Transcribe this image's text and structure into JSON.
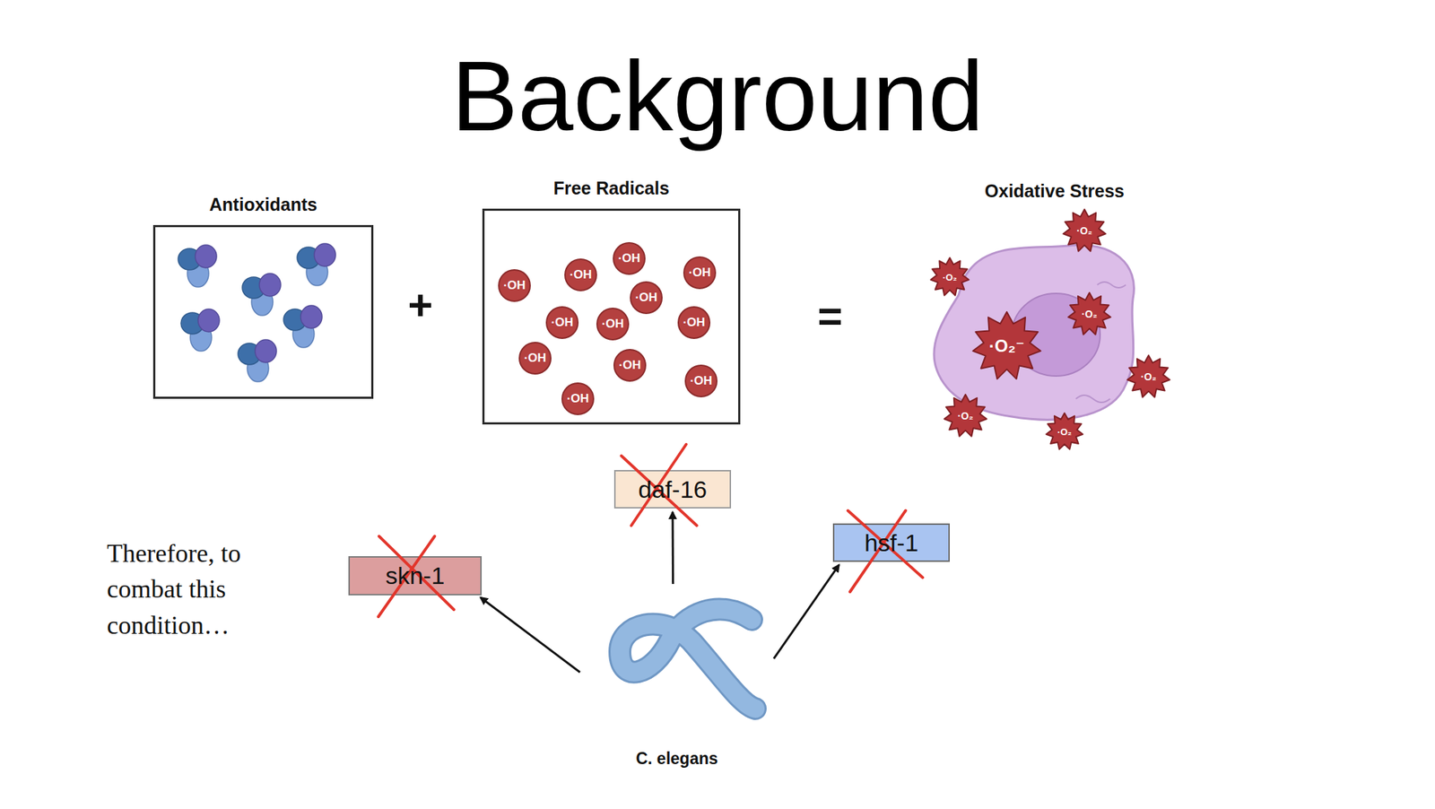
{
  "diagram": {
    "title": "Background",
    "nodes": [
      {
        "text": [
          "Antioxidants"
        ]
      },
      {
        "text": [
          "Free Radicals"
        ]
      },
      {
        "text": [
          "·OH"
        ],
        "in": 1
      },
      {
        "text": [
          "·OH"
        ],
        "in": 1
      },
      {
        "text": [
          "·OH"
        ],
        "in": 1
      },
      {
        "text": [
          "·OH"
        ],
        "in": 1
      },
      {
        "text": [
          "·OH"
        ],
        "in": 1
      },
      {
        "text": [
          "·OH"
        ],
        "in": 1
      },
      {
        "text": [
          "·OH"
        ],
        "in": 1
      },
      {
        "text": [
          "·OH"
        ],
        "in": 1
      },
      {
        "text": [
          "·OH"
        ],
        "in": 1
      },
      {
        "text": [
          "·OH"
        ],
        "in": 1
      },
      {
        "text": [
          "·OH"
        ],
        "in": 1
      },
      {
        "text": [
          "·OH"
        ],
        "in": 1
      },
      {
        "text": [
          "Oxidative Stress"
        ]
      },
      {
        "text": [
          "·O₂"
        ],
        "in": 14
      },
      {
        "text": [
          "·O₂"
        ],
        "in": 14
      },
      {
        "text": [
          "·O₂"
        ],
        "in": 14
      },
      {
        "text": [
          "·O₂⁻"
        ],
        "in": 14
      },
      {
        "text": [
          "·O₂"
        ],
        "in": 14
      },
      {
        "text": [
          "·O₂"
        ],
        "in": 14
      },
      {
        "text": [
          "·O₂"
        ],
        "in": 14
      },
      {
        "text": [
          "daf-16"
        ]
      },
      {
        "text": [
          "hsf-1"
        ]
      },
      {
        "text": [
          "skn-1"
        ]
      },
      {
        "text": [
          "C. elegans"
        ]
      }
    ],
    "edges": [
      {
        "from": 25,
        "to": 22,
        "arrow": "to"
      },
      {
        "from": 25,
        "to": 23,
        "arrow": "to"
      },
      {
        "from": 25,
        "to": 24,
        "arrow": "to"
      }
    ],
    "labels": [
      "+",
      "=",
      "Therefore, to combat this condition…"
    ]
  }
}
